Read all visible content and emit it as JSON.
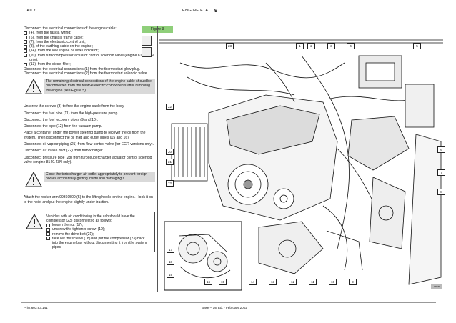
{
  "header": {
    "model": "DAILY",
    "section": "ENGINE F1A",
    "page": "9"
  },
  "intro": {
    "lead": "Disconnect the electrical connections of the engine cable:",
    "items": [
      "(4), from the fascia wiring;",
      "(6), from the chassis frame cable;",
      "(7), from the electronic control unit;",
      "(8), of the earthing cable on the engine;",
      "(14), from the low engine oil level indicator;",
      "(20), from turbocompressor actuator control solenoid valve (engine 8140.43N only);",
      "(13), from the diesel filter;"
    ],
    "after1": "Disconnect the electrical connections (1) from the thermostart glow plug.",
    "after2": "Disconnect the electrical connections (2) from the thermostart solenoid valve."
  },
  "warning1": "The remaining electrical connections of the engine cable should be disconnected from the relative electric components after removing the engine (see Figure 5).",
  "steps": [
    "Unscrew the screws (3) to free the engine cable from the body.",
    "Disconnect the fuel pipe (11) from the high-pressure pump.",
    "Disconnect the fuel recovery pipes (9 and 10).",
    "Disconnect the pipe (12) from the vacuum pump.",
    "Place a container under the power steering pump to recover the oil from the system. Then disconnect the oil inlet and outlet pipes (15 and 16).",
    "Disconnect oil vapour piping (21) from flow control valve (for EGR versions only).",
    "Disconnect air intake duct (22) from turbocharger.",
    "Disconnect pressure pipe (28) from turbosupercharger actuator control solenoid valve (engine 8140.43N only)."
  ],
  "warning2": "Close the turbocharger air outlet appropriately to prevent foreign bodies accidentally getting inside and damaging it.",
  "step_hook": "Attach the rocker arm 99360500 (5) to the lifting hooks on the engine. Hook it on to the hoist and put the engine slightly under traction.",
  "warning3": {
    "lead": "Vehicles with air conditioning in the cab should have the compressor (23) disconnected as follows:",
    "items": [
      "loosen the nut (17);",
      "unscrew the tightener screw (19);",
      "remove the drive belt (21);",
      "take out the screws (18) and put the compressor (23) back into the engine bay without disconnecting it from the system pipes."
    ]
  },
  "figure": {
    "label": "Figure 3",
    "callouts": [
      "23",
      "1",
      "2",
      "3",
      "4",
      "5",
      "22",
      "20",
      "21",
      "22",
      "6",
      "7",
      "8",
      "17",
      "18",
      "19",
      "16",
      "15",
      "14",
      "13",
      "12",
      "11",
      "10",
      "9"
    ],
    "ref": "75629"
  },
  "footer": {
    "left": "Print 603.93.141",
    "right": "Base – 1st Ed. - February 2002"
  }
}
